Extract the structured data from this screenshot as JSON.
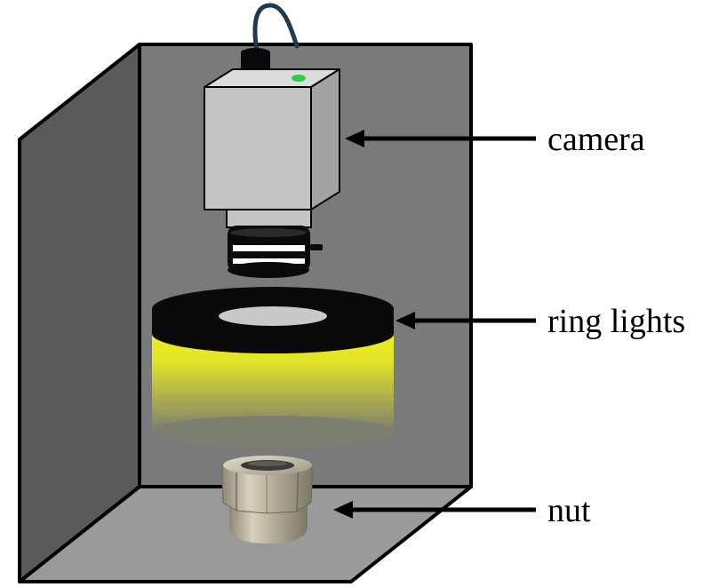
{
  "labels": {
    "camera": "camera",
    "ring_lights": "ring lights",
    "nut": "nut"
  },
  "colors": {
    "enclosure_back": "#7a7a7a",
    "enclosure_side": "#5a5a5a",
    "enclosure_floor": "#9a9a9a",
    "outline": "#000000",
    "camera_body": "#c4c4c4",
    "camera_side": "#a3a3a3",
    "camera_top": "#dcdcdc",
    "status_led": "#2ecc40",
    "ring_black": "#0a0a0a",
    "ring_glow_top": "#f2f21a",
    "ring_glow_bottom": "#7d7d70",
    "nut_metal": "#b9b2a0",
    "cable": "#1f3a4a",
    "arrow": "#000000"
  }
}
